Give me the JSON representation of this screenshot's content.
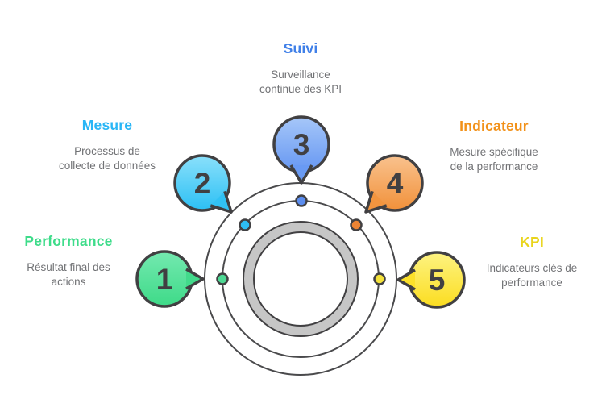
{
  "figure": {
    "background_color": "#ffffff",
    "orbit_line_color": "#4a4a4c",
    "ring_fill_color": "#c6c6c6",
    "ring_border_color": "#414042",
    "bubble_outline_color": "#414042",
    "number_color": "#414042",
    "description_color": "#717275"
  },
  "steps": [
    {
      "number": "1",
      "title": "Performance",
      "title_color": "#3edc8a",
      "desc_line1": "Résultat final des",
      "desc_line2": "actions",
      "bubble_top": "#74e9b0",
      "bubble_bottom": "#3eda88",
      "tail_color": "#42da8b",
      "dot_color": "#4ed994"
    },
    {
      "number": "2",
      "title": "Mesure",
      "title_color": "#29b6f6",
      "desc_line1": "Processus de",
      "desc_line2": "collecte de données",
      "bubble_top": "#8ae0fb",
      "bubble_bottom": "#2cc0f4",
      "tail_color": "#31c2f4",
      "dot_color": "#2ebdf3"
    },
    {
      "number": "3",
      "title": "Suivi",
      "title_color": "#4080e8",
      "desc_line1": "Surveillance",
      "desc_line2": "continue des KPI",
      "bubble_top": "#a6c7f9",
      "bubble_bottom": "#6697f2",
      "tail_color": "#699af3",
      "dot_color": "#5b8def"
    },
    {
      "number": "4",
      "title": "Indicateur",
      "title_color": "#f29119",
      "desc_line1": "Mesure spécifique",
      "desc_line2": "de la performance",
      "bubble_top": "#f9c28e",
      "bubble_bottom": "#f1913a",
      "tail_color": "#f2953f",
      "dot_color": "#ed8434"
    },
    {
      "number": "5",
      "title": "KPI",
      "title_color": "#e9d41c",
      "desc_line1": "Indicateurs clés de",
      "desc_line2": "performance",
      "bubble_top": "#fdf382",
      "bubble_bottom": "#fbdd20",
      "tail_color": "#fbe02a",
      "dot_color": "#f4e23b"
    }
  ]
}
